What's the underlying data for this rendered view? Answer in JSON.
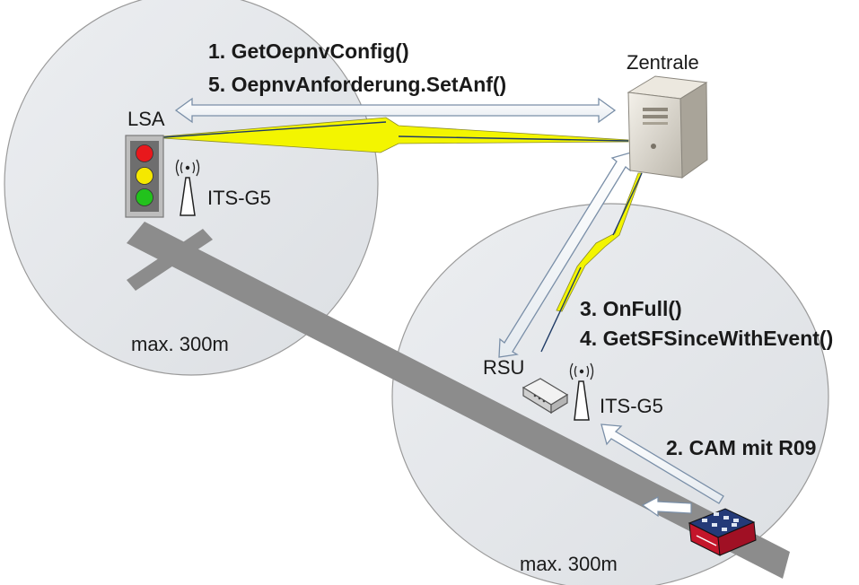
{
  "messages": {
    "m1": "1. GetOepnvConfig()",
    "m5": "5. OepnvAnforderung.SetAnf()",
    "m3": "3. OnFull()",
    "m4": "4. GetSFSinceWithEvent()",
    "m2": "2. CAM mit R09"
  },
  "nodes": {
    "zentrale": "Zentrale",
    "lsa": "LSA",
    "rsu": "RSU",
    "itsg5_lsa": "ITS-G5",
    "itsg5_rsu": "ITS-G5"
  },
  "zones": {
    "lsa_range": "max. 300m",
    "rsu_range": "max. 300m"
  },
  "colors": {
    "circle_fill": "#e3e6ea",
    "circle_stroke": "#9a9a9a",
    "road": "#8c8c8c",
    "lightning": "#f3f500",
    "signal_line": "#1f3b66",
    "traffic_red": "#e8181c",
    "traffic_yellow": "#f5e800",
    "traffic_green": "#22c21c",
    "bus_body": "#c4162b",
    "bus_roof": "#243a78"
  },
  "icons": {
    "server": "server-icon",
    "traffic_light": "traffic-light-icon",
    "antenna": "antenna-icon",
    "rsu_device": "router-icon",
    "vehicle": "tram-icon"
  }
}
